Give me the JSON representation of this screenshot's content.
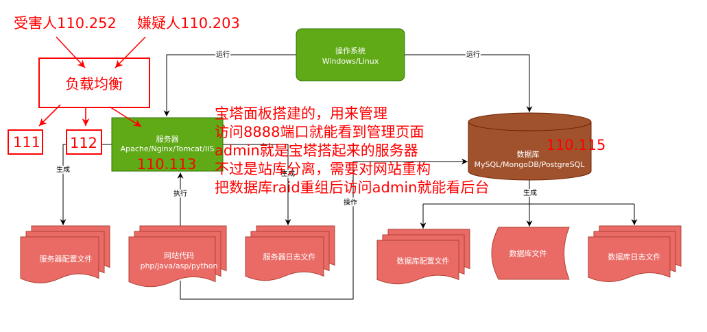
{
  "annotations": {
    "victim": "受害人110.252",
    "suspect": "嫌疑人110.203",
    "load_balancer": "负载均衡",
    "node_111": "111",
    "node_112": "112",
    "server_ip": "110.113",
    "database_ip": "110.115",
    "notes": [
      "宝塔面板搭建的，用来管理",
      "访问8888端口就能看到管理页面",
      "admin就是宝塔搭起来的服务器",
      "不过是站库分离，需要对网站重构",
      "把数据库raid重组后访问admin就能看后台"
    ]
  },
  "nodes": {
    "os": {
      "title": "操作系统",
      "subtitle": "Windows/Linux"
    },
    "server": {
      "title": "服务器",
      "subtitle": "Apache/Nginx/Tomcat/IIS"
    },
    "database": {
      "title": "数据库",
      "subtitle": "MySQL/MongoDB/PostgreSQL"
    },
    "server_config": {
      "title": "服务器配置文件"
    },
    "website_code": {
      "title": "网站代码",
      "subtitle": "php/java/asp/python"
    },
    "server_log": {
      "title": "服务器日志文件"
    },
    "db_config": {
      "title": "数据库配置文件"
    },
    "db_files": {
      "title": "数据库文件"
    },
    "db_log": {
      "title": "数据库日志文件"
    }
  },
  "edges": {
    "os_to_server": "运行",
    "os_to_database": "运行",
    "server_to_config": "生成",
    "server_to_log": "生成",
    "code_to_server": "执行",
    "code_to_database": "操作",
    "database_to_files": "生成"
  },
  "colors": {
    "annotation": "#ff0000",
    "green_node_fill": "#60a917",
    "green_node_stroke": "#2d7600",
    "database_fill": "#a0522d",
    "database_stroke": "#6d1f00",
    "document_fill": "#ea6b66",
    "document_stroke": "#ae4132"
  }
}
